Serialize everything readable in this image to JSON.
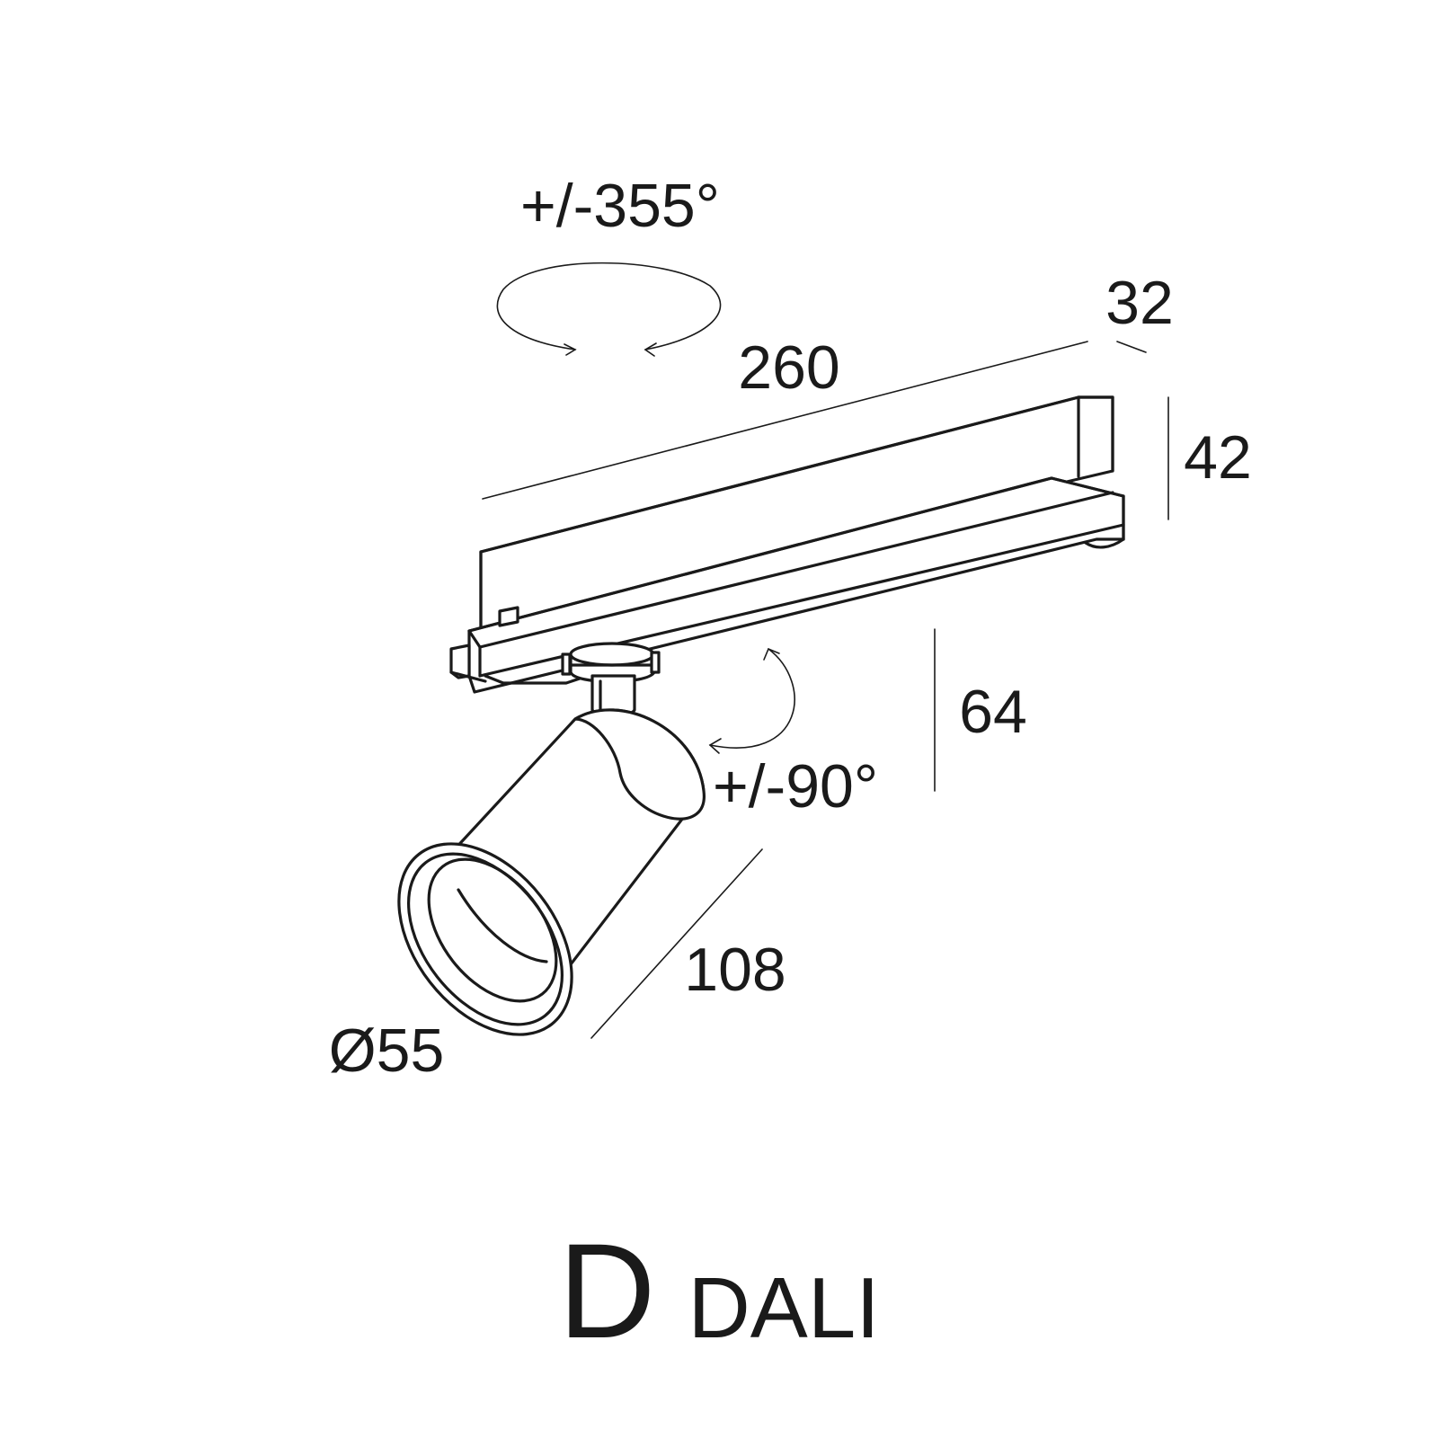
{
  "dimensions": {
    "rotation_horizontal": "+/-355°",
    "rotation_vertical": "+/-90°",
    "track_length": "260",
    "track_width": "32",
    "track_height": "42",
    "stem_height": "64",
    "head_length": "108",
    "head_diameter": "Ø55"
  },
  "caption": {
    "main": "D",
    "sub": "DALI"
  }
}
